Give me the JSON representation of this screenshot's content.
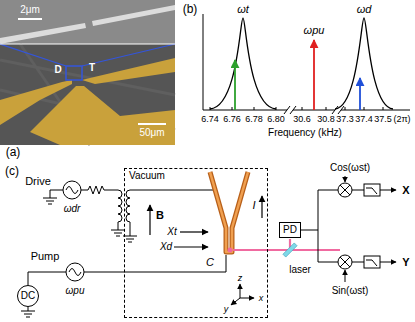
{
  "diagram": {
    "nodes": [
      {
        "text": [
          "Vacuum"
        ]
      },
      {
        "text": [
          "PD"
        ]
      },
      {
        "text": [
          "DC"
        ]
      }
    ],
    "labels": [
      "2μm",
      "50μm",
      "D",
      "T",
      "(a)",
      "(b)",
      "ωt",
      "ωpu",
      "ωd",
      "6.74",
      "6.76",
      "6.78",
      "6.80",
      "30.6",
      "30.8",
      "37.3",
      "37.4",
      "37.5",
      "(2π)",
      "Frequency (kHz)",
      "(c)",
      "Drive",
      "ωdr",
      "Pump",
      "ωpu",
      "B",
      "I",
      "Xt",
      "Xd",
      "C",
      "z",
      "x",
      "y",
      "laser",
      "Cos(ωst)",
      "Sin(ωst)",
      "X",
      "Y"
    ]
  }
}
